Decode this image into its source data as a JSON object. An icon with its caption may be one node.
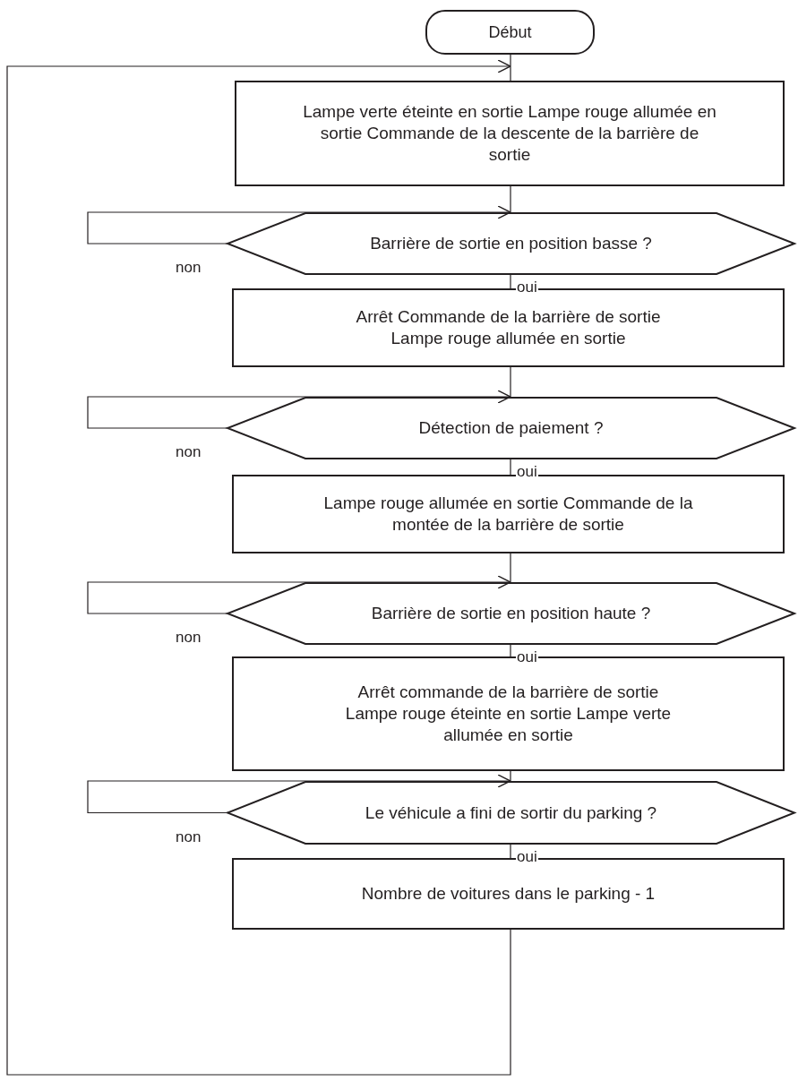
{
  "diagram": {
    "nodes": [
      {
        "text": [
          "Début"
        ]
      },
      {
        "text": [
          "Lampe verte éteinte en sortie Lampe rouge allumée en sortie Commande de la descente de la barrière de sortie"
        ]
      },
      {
        "text": [
          "Barrière de sortie en position basse ?"
        ]
      },
      {
        "text": [
          "Arrêt Commande de la barrière de sortie Lampe rouge allumée en sortie"
        ]
      },
      {
        "text": [
          "Détection de paiement ?"
        ]
      },
      {
        "text": [
          "Lampe rouge allumée en sortie Commande de la montée de la barrière de sortie"
        ]
      },
      {
        "text": [
          "Barrière de sortie en position haute ?"
        ]
      },
      {
        "text": [
          "Arrêt commande de la barrière de sortie Lampe rouge éteinte en sortie Lampe verte allumée en sortie"
        ]
      },
      {
        "text": [
          "Le véhicule a fini de sortir du parking ?"
        ]
      },
      {
        "text": [
          "Nombre de voitures dans le parking - 1"
        ]
      }
    ],
    "edges": [
      {
        "from": 0,
        "to": 1,
        "arrow": "none"
      },
      {
        "from": 1,
        "to": 2,
        "arrow": "none"
      },
      {
        "from": 2,
        "to": 3,
        "arrow": "none",
        "label": "oui"
      },
      {
        "from": 2,
        "to": 2,
        "arrow": "to",
        "label": "non"
      },
      {
        "from": 3,
        "to": 4,
        "arrow": "none"
      },
      {
        "from": 4,
        "to": 5,
        "arrow": "none",
        "label": "oui"
      },
      {
        "from": 4,
        "to": 4,
        "arrow": "to",
        "label": "non"
      },
      {
        "from": 5,
        "to": 6,
        "arrow": "none"
      },
      {
        "from": 6,
        "to": 7,
        "arrow": "none",
        "label": "oui"
      },
      {
        "from": 6,
        "to": 6,
        "arrow": "to",
        "label": "non"
      },
      {
        "from": 7,
        "to": 8,
        "arrow": "none"
      },
      {
        "from": 8,
        "to": 9,
        "arrow": "none",
        "label": "oui"
      },
      {
        "from": 8,
        "to": 8,
        "arrow": "to",
        "label": "non"
      },
      {
        "from": 9,
        "to": 1,
        "arrow": "to"
      }
    ]
  }
}
